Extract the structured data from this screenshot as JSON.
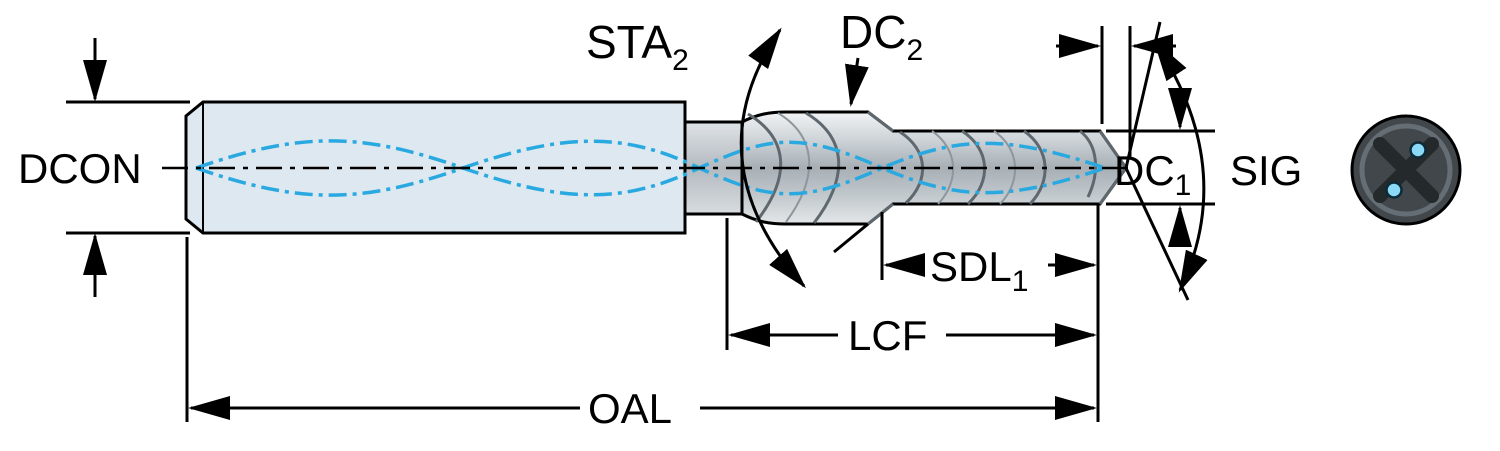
{
  "labels": {
    "dcon": {
      "text": "DCON",
      "sub": ""
    },
    "sta2": {
      "text": "STA",
      "sub": "2"
    },
    "dc2": {
      "text": "DC",
      "sub": "2"
    },
    "dc1": {
      "text": "DC",
      "sub": "1"
    },
    "sig": {
      "text": "SIG",
      "sub": ""
    },
    "sdl1": {
      "text": "SDL",
      "sub": "1"
    },
    "lcf": {
      "text": "LCF",
      "sub": ""
    },
    "oal": {
      "text": "OAL",
      "sub": ""
    }
  },
  "colors": {
    "outline": "#000000",
    "shank_fill": "#dde8f1",
    "neck_fill": "#c6ccd1",
    "coolant_line_blue": "#29a9e0",
    "end_view_body": "#41474a",
    "end_view_flute": "#24292b",
    "coolant_hole_blue": "#8ad9f6"
  }
}
